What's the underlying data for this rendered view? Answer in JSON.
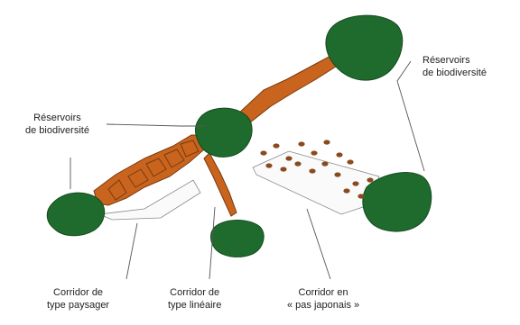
{
  "colors": {
    "reservoir": "#1f6b2e",
    "corridor": "#c8641e",
    "corridor_dark": "#7a3a0e",
    "leader": "#555555"
  },
  "labels": {
    "reservoir_right_line1": "Réservoirs",
    "reservoir_right_line2": "de biodiversité",
    "reservoir_left_line1": "Réservoirs",
    "reservoir_left_line2": "de biodiversité",
    "corridor_landscape_line1": "Corridor de",
    "corridor_landscape_line2": "type paysager",
    "corridor_linear_line1": "Corridor de",
    "corridor_linear_line2": "type linéaire",
    "corridor_stepping_line1": "Corridor en",
    "corridor_stepping_line2": "« pas japonais »"
  }
}
